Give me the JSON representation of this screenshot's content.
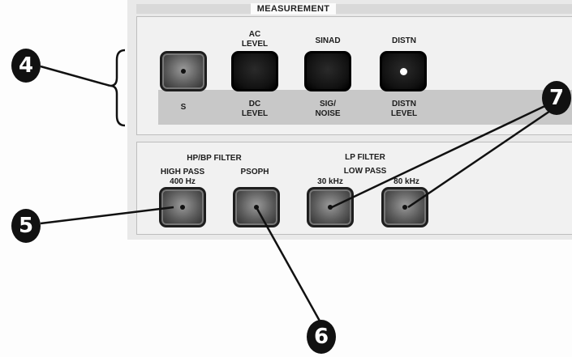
{
  "section_title": "MEASUREMENT",
  "top_labels": {
    "ac_level": "AC\nLEVEL",
    "sinad": "SINAD",
    "distn": "DISTN"
  },
  "strip_labels": {
    "s": "S",
    "dc_level": "DC\nLEVEL",
    "sig_noise": "SIG/\nNOISE",
    "distn_level": "DISTN\nLEVEL"
  },
  "filter_labels": {
    "hp_bp_filter": "HP/BP FILTER",
    "lp_filter": "LP FILTER",
    "low_pass": "LOW PASS",
    "high_pass_400": "HIGH PASS\n400 Hz",
    "psoph": "PSOPH",
    "lp_30khz": "30 kHz",
    "lp_80khz": "80 kHz"
  },
  "callouts": {
    "four": "4",
    "five": "5",
    "six": "6",
    "seven": "7"
  },
  "colors": {
    "panel": "#e9e9e9",
    "strip": "#c8c8c8",
    "callout": "#111111"
  }
}
